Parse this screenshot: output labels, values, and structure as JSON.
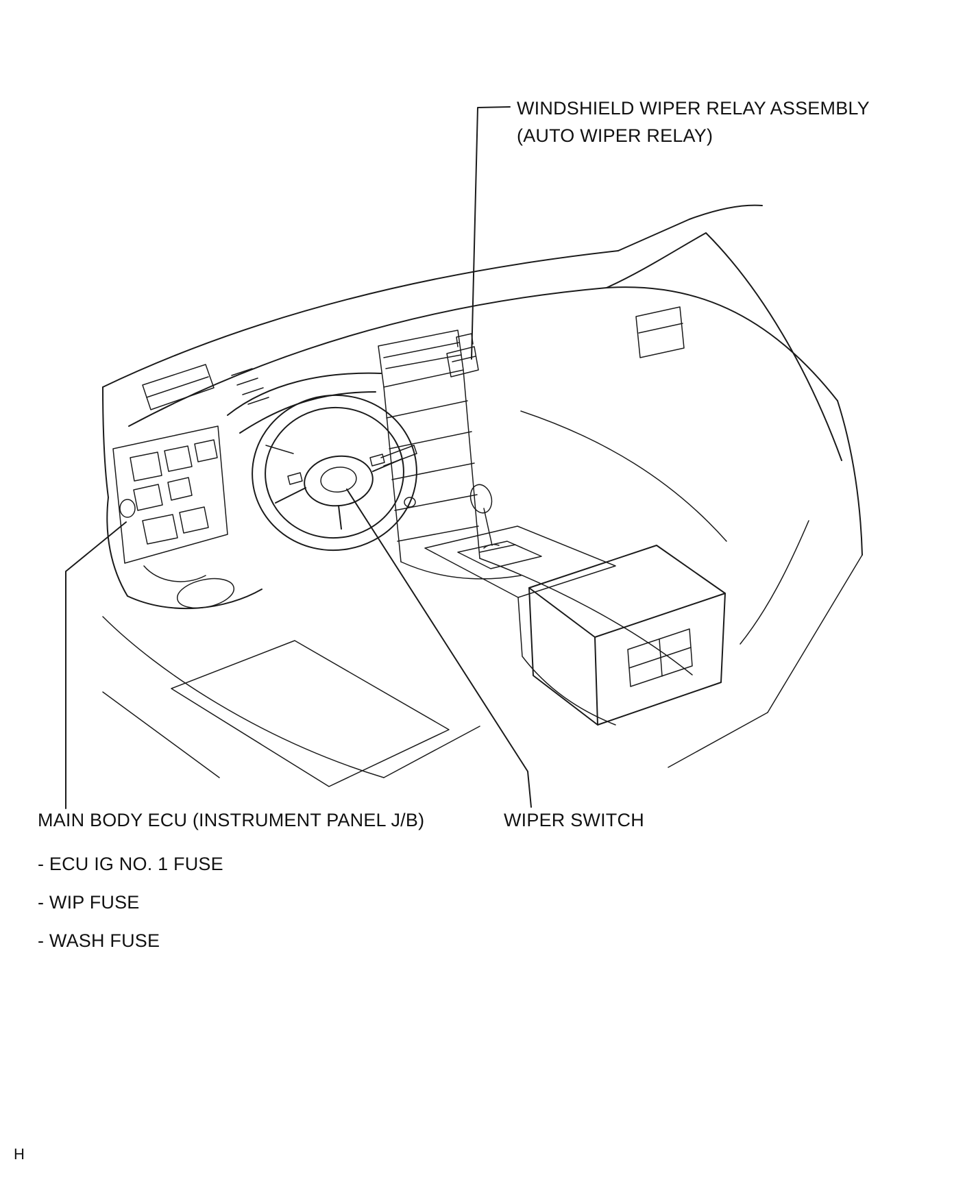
{
  "figure": {
    "colors": {
      "line": "#1a1a1a",
      "background": "#ffffff"
    },
    "labels": {
      "wiper_relay_line1": "WINDSHIELD WIPER RELAY ASSEMBLY",
      "wiper_relay_line2": "(AUTO WIPER RELAY)",
      "main_body_ecu": "MAIN BODY ECU (INSTRUMENT PANEL J/B)",
      "fuse_items": [
        "- ECU IG NO. 1 FUSE",
        "- WIP FUSE",
        "- WASH FUSE"
      ],
      "wiper_switch": "WIPER SWITCH"
    },
    "footer_letter": "H"
  }
}
